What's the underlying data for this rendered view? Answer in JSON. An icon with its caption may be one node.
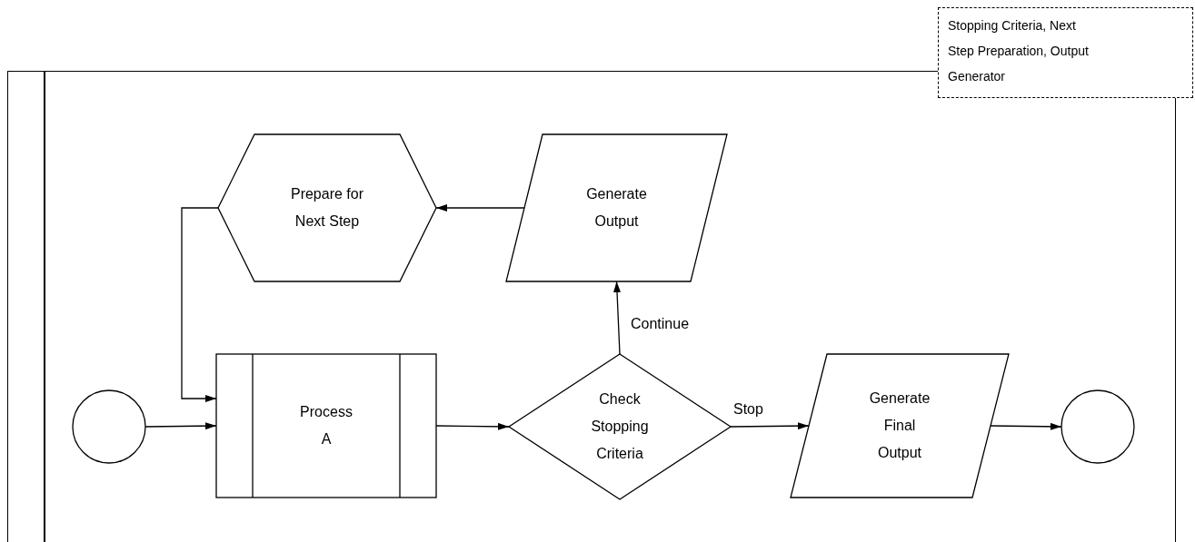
{
  "diagram": {
    "nodes": [
      {
        "text": [
          "Stopping Criteria, Next Step Preparation, Output Generator"
        ]
      },
      {
        "text": [],
        "shape": "circle"
      },
      {
        "text": [
          "Process A"
        ]
      },
      {
        "text": [
          "Prepare for Next Step"
        ]
      },
      {
        "text": [
          "Generate Output"
        ]
      },
      {
        "text": [
          "Check Stopping Criteria"
        ]
      },
      {
        "text": [
          "Generate Final Output"
        ]
      },
      {
        "text": [],
        "shape": "circle"
      }
    ],
    "edges": [
      {
        "from": 1,
        "to": 2,
        "arrow": "to"
      },
      {
        "from": 2,
        "to": 5,
        "arrow": "to"
      },
      {
        "from": 5,
        "to": 4,
        "arrow": "to",
        "label": "Continue"
      },
      {
        "from": 4,
        "to": 3,
        "arrow": "to"
      },
      {
        "from": 3,
        "to": 2,
        "arrow": "to"
      },
      {
        "from": 5,
        "to": 6,
        "arrow": "to",
        "label": "Stop"
      },
      {
        "from": 6,
        "to": 7,
        "arrow": "to"
      }
    ]
  }
}
